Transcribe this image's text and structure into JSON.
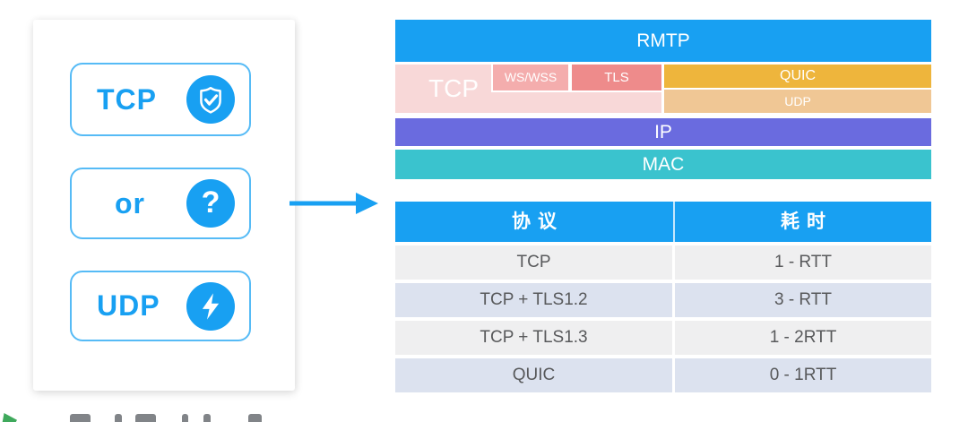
{
  "colors": {
    "accent_blue": "#18a0f2",
    "option_border_blue": "#56bbf6",
    "stack": {
      "rmtp": "#18a0f2",
      "tcp": "#f8d8d8",
      "ws_wss": "#f4adad",
      "tls": "#ee8b8b",
      "quic": "#eeb53c",
      "udp": "#f0c795",
      "ip": "#6a6bdf",
      "mac": "#3ac3ce"
    },
    "table_header": "#18a0f2",
    "table_row_light": "#efeff0",
    "table_row_shaded": "#dce2ef",
    "table_text": "#58595b"
  },
  "options_card": {
    "options": [
      {
        "label": "TCP",
        "icon": "shield-check-icon"
      },
      {
        "label": "or",
        "icon": "question-mark-icon",
        "glyph": "?"
      },
      {
        "label": "UDP",
        "icon": "lightning-icon"
      }
    ]
  },
  "arrow": {
    "icon": "right-arrow-icon",
    "direction": "right"
  },
  "protocol_stack": {
    "rmtp": "RMTP",
    "tcp": "TCP",
    "ws_wss": "WS/WSS",
    "tls": "TLS",
    "quic": "QUIC",
    "udp": "UDP",
    "ip": "IP",
    "mac": "MAC"
  },
  "comparison_table": {
    "headers": [
      "协议",
      "耗时"
    ],
    "rows": [
      [
        "TCP",
        "1 - RTT"
      ],
      [
        "TCP + TLS1.2",
        "3 - RTT"
      ],
      [
        "TCP + TLS1.3",
        "1 - 2RTT"
      ],
      [
        "QUIC",
        "0 - 1RTT"
      ]
    ]
  },
  "footer": {
    "watermark_icon": "green-logo-icon"
  }
}
